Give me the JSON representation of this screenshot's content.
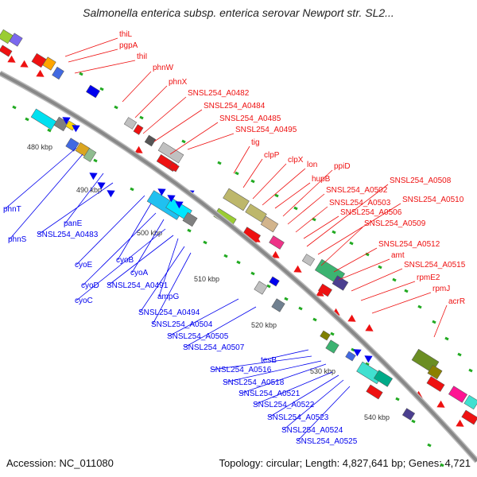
{
  "title": "Salmonella enterica subsp. enterica serovar Newport str. SL2...",
  "accession": "Accession: NC_011080",
  "topology": "Topology: circular; Length: 4,827,641 bp; Genes: 4,721",
  "colors": {
    "forward": "#ee1111",
    "reverse": "#0000ee",
    "backbone": "#888888",
    "tick": "#22aa22"
  },
  "kbp_labels": [
    "480 kbp",
    "490 kbp",
    "500 kbp",
    "510 kbp",
    "520 kbp",
    "530 kbp",
    "540 kbp"
  ],
  "red_labels": [
    "thiL",
    "pgpA",
    "thiI",
    "phnW",
    "phnX",
    "SNSL254_A0482",
    "SNSL254_A0484",
    "SNSL254_A0485",
    "SNSL254_A0495",
    "tig",
    "clpP",
    "clpX",
    "lon",
    "hupB",
    "ppiD",
    "SNSL254_A0502",
    "SNSL254_A0503",
    "SNSL254_A0506",
    "SNSL254_A0508",
    "SNSL254_A0510",
    "SNSL254_A0509",
    "SNSL254_A0512",
    "amt",
    "SNSL254_A0515",
    "rpmE2",
    "rpmJ",
    "acrR"
  ],
  "blue_labels": [
    "phnT",
    "phnS",
    "panE",
    "SNSL254_A0483",
    "cyoE",
    "cyoB",
    "cyoD",
    "cyoA",
    "cyoC",
    "SNSL254_A0491",
    "ampG",
    "SNSL254_A0494",
    "SNSL254_A0504",
    "SNSL254_A0505",
    "SNSL254_A0507",
    "tesB",
    "SNSL254_A0516",
    "SNSL254_A0518",
    "SNSL254_A0521",
    "SNSL254_A0522",
    "SNSL254_A0523",
    "SNSL254_A0524",
    "SNSL254_A0525"
  ]
}
